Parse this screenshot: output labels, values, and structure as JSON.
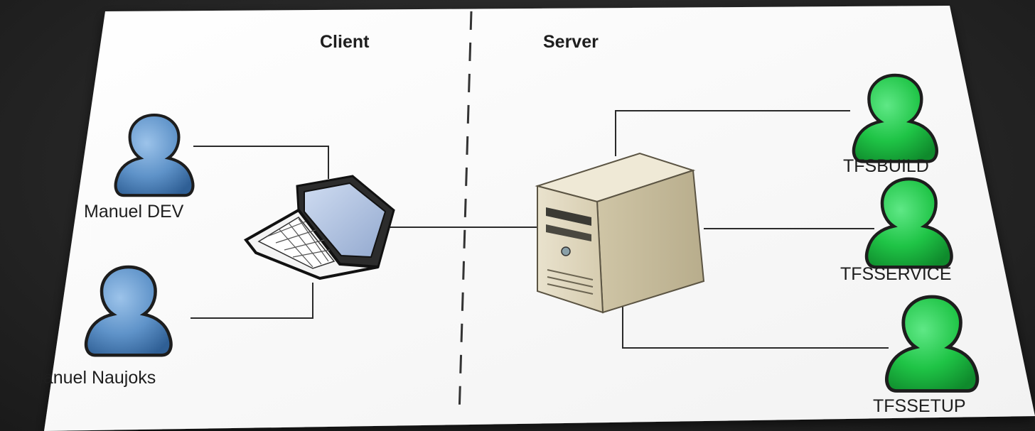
{
  "header": {
    "client_label": "Client",
    "server_label": "Server"
  },
  "client_users": [
    {
      "name": "Manuel DEV",
      "icon": "user-icon",
      "color": "#5f93c9"
    },
    {
      "name": "Manuel Naujoks",
      "icon": "user-icon",
      "color": "#5f93c9"
    }
  ],
  "client_device": {
    "icon": "laptop-icon"
  },
  "server_device": {
    "icon": "server-tower-icon"
  },
  "service_accounts": [
    {
      "name": "TFSBUILD",
      "icon": "user-icon",
      "color": "#1fc446"
    },
    {
      "name": "TFSSERVICE",
      "icon": "user-icon",
      "color": "#1fc446"
    },
    {
      "name": "TFSSETUP",
      "icon": "user-icon",
      "color": "#1fc446"
    }
  ]
}
